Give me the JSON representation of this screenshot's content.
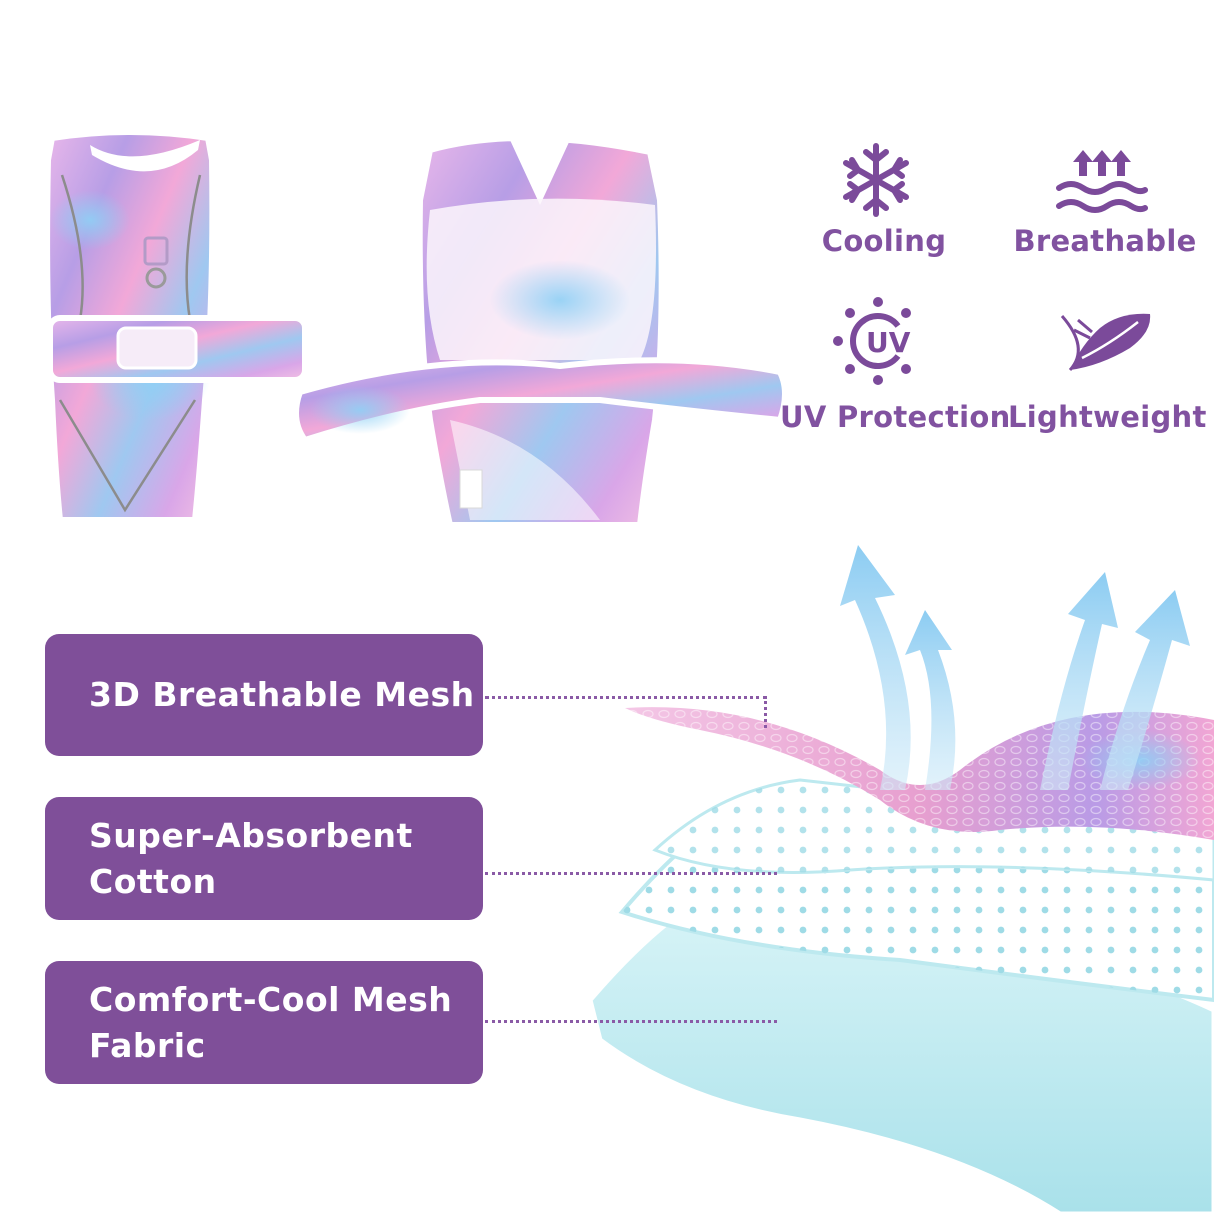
{
  "features": [
    {
      "label": "Cooling",
      "icon": "snowflake-icon"
    },
    {
      "label": "Breathable",
      "icon": "breathable-waves-icon"
    },
    {
      "label": "UV Protection",
      "icon": "uv-sun-icon"
    },
    {
      "label": "Lightweight",
      "icon": "feather-icon"
    }
  ],
  "layers": [
    {
      "line1": "3D Breathable Mesh",
      "line2": ""
    },
    {
      "line1": "Super-Absorbent",
      "line2": "Cotton"
    },
    {
      "line1": "Comfort-Cool Mesh",
      "line2": "Fabric"
    }
  ],
  "colors": {
    "accent": "#7f4f99",
    "icon": "#7b4a9a",
    "airflow": "#a9d8f2",
    "layer_cyan": "#bfeaf0",
    "layer_pink": "#e7a7d4"
  }
}
